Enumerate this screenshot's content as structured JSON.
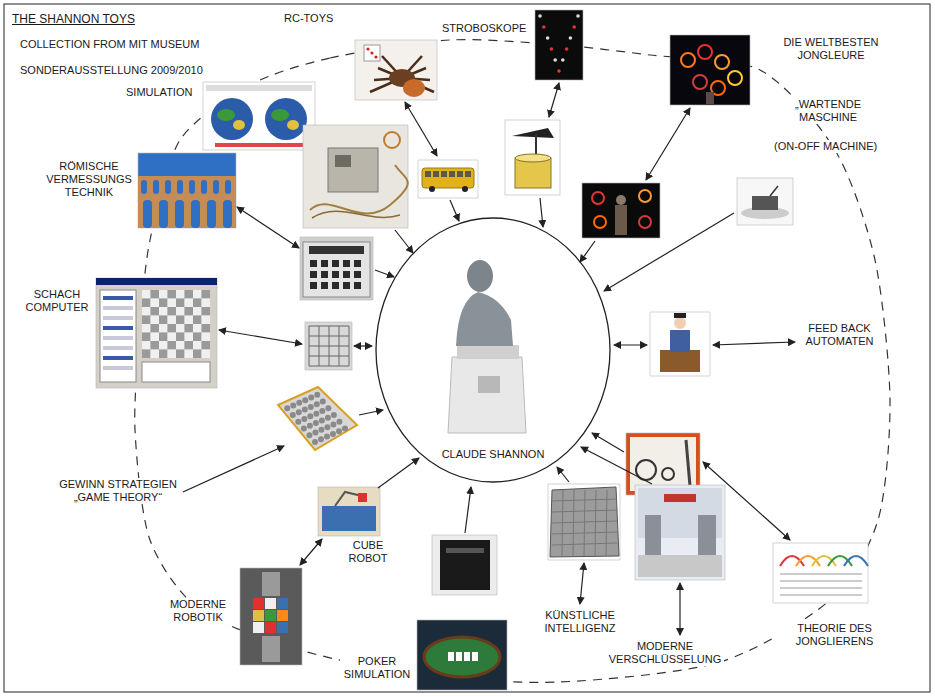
{
  "diagram": {
    "title": "THE SHANNON TOYS",
    "nodes": [
      {
        "text": [
          "CLAUDE SHANNON"
        ]
      }
    ],
    "labels": [
      "COLLECTION FROM MIT MUSEUM",
      "SONDERAUSSTELLUNG 2009/2010",
      "RC-TOYS",
      "STROBOSKOPE",
      "DIE WELTBESTEN JONGLEURE",
      "SIMULATION",
      "„WARTENDE MASCHINE",
      "(ON-OFF MACHINE)",
      "RÖMISCHE VERMESSUNGS TECHNIK",
      "SCHACH COMPUTER",
      "FEED BACK AUTOMATEN",
      "GEWINN STRATEGIEN „GAME THEORY“",
      "CUBE ROBOT",
      "MODERNE ROBOTIK",
      "KÜNSTLICHE INTELLIGENZ",
      "THEORIE DES JONGLIERENS",
      "POKER SIMULATION",
      "MODERNE VERSCHLÜSSELUNG"
    ]
  }
}
